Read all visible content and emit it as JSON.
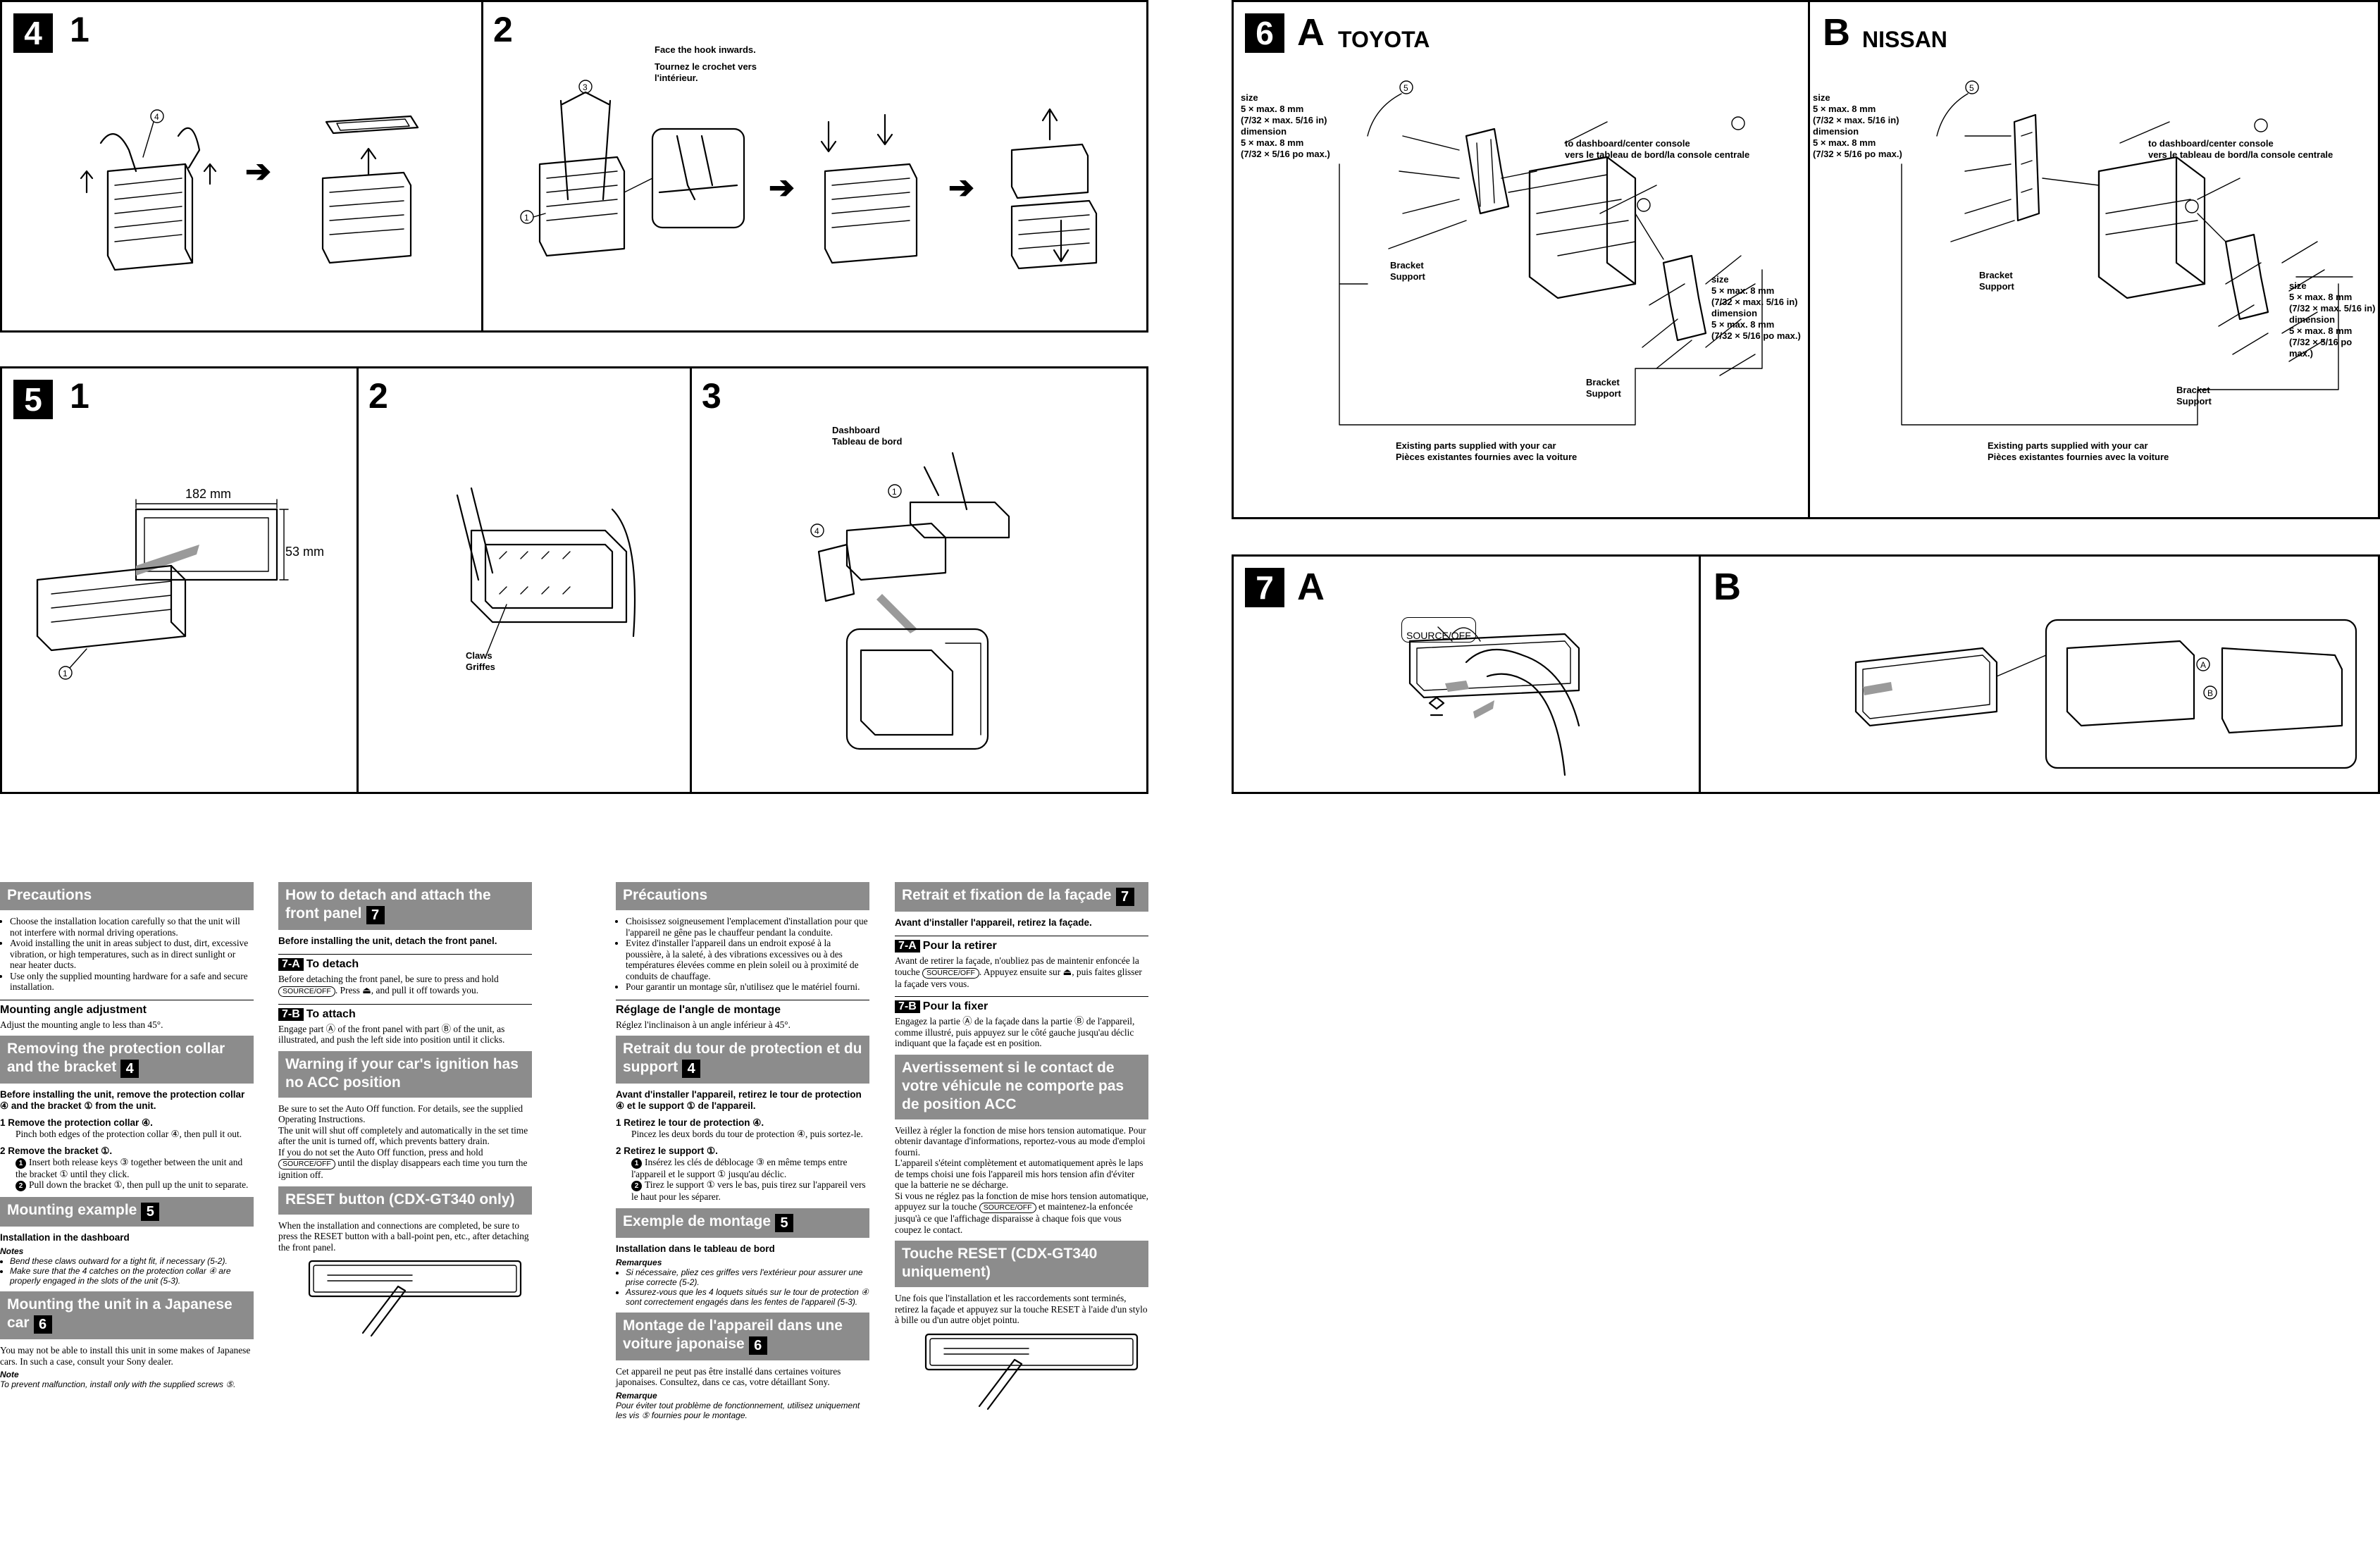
{
  "panel4": {
    "badge": "4",
    "step1": "1",
    "step2": "2",
    "hook_note_en": "Face the hook inwards.",
    "hook_note_fr": "Tournez le crochet vers\nl'intérieur.",
    "callout_4": "4",
    "callout_3": "3",
    "callout_1": "1",
    "arrow_glyph": "➔"
  },
  "panel5": {
    "badge": "5",
    "step1": "1",
    "step2": "2",
    "step3": "3",
    "dim_width": "182 mm",
    "dim_height": "53 mm",
    "claws": "Claws\nGriffes",
    "dashboard": "Dashboard\nTableau de bord",
    "callout_1": "1",
    "callout_4": "4"
  },
  "panel6": {
    "badge": "6",
    "a_letter": "A",
    "a_brand": "TOYOTA",
    "b_letter": "B",
    "b_brand": "NISSAN",
    "callout_5": "5",
    "size_label": "size\n5 × max. 8 mm\n(7/32 × max. 5/16 in)\ndimension\n5 × max. 8 mm\n(7/32 × 5/16 po max.)",
    "console_label": "to dashboard/center console\nvers le tableau de bord/la console centrale",
    "bracket": "Bracket\nSupport",
    "existing": "Existing parts supplied with your car\nPièces existantes fournies avec la voiture"
  },
  "panel7": {
    "badge": "7",
    "a_letter": "A",
    "b_letter": "B",
    "source_key": "SOURCE/OFF",
    "callout_a": "A",
    "callout_b": "B"
  },
  "en_col1": {
    "precautions_title": "Precautions",
    "precautions_items": [
      "Choose the installation location carefully so that the unit will not interfere with normal driving operations.",
      "Avoid installing the unit in areas subject to dust, dirt, excessive vibration, or high temperatures, such as in direct sunlight or near heater ducts.",
      "Use only the supplied mounting hardware for a safe and secure installation."
    ],
    "angle_title": "Mounting angle adjustment",
    "angle_text": "Adjust the mounting angle to less than 45°.",
    "removing_title": "Removing the protection collar and the bracket",
    "removing_badge": "4",
    "removing_intro": "Before installing the unit, remove the protection collar ④ and the bracket ① from the unit.",
    "step1_title": "1  Remove the protection collar ④.",
    "step1_text": "Pinch both edges of the protection collar ④, then pull it out.",
    "step2_title": "2  Remove the bracket ①.",
    "step2_a": "Insert both release keys ③ together between the unit and the bracket ① until they click.",
    "step2_b": "Pull down the bracket ①, then pull up the unit to separate.",
    "example_title": "Mounting example",
    "example_badge": "5",
    "install_title": "Installation in the dashboard",
    "notes_label": "Notes",
    "notes_items": [
      "Bend these claws outward for a tight fit, if necessary (5-2).",
      "Make sure that the 4 catches on the protection collar ④ are properly engaged in the slots of the unit (5-3)."
    ],
    "japanese_title": "Mounting the unit in a Japanese car",
    "japanese_badge": "6",
    "japanese_text": "You may not be able to install this unit in some makes of Japanese cars. In such a case, consult your Sony dealer.",
    "note_label": "Note",
    "note_text": "To prevent malfunction, install only with the supplied screws ⑤."
  },
  "en_col2": {
    "detach_title": "How to detach and attach the front panel",
    "detach_badge": "7",
    "detach_intro": "Before installing the unit, detach the front panel.",
    "a_title": "To detach",
    "a_badge": "7-A",
    "a_text_1": "Before detaching the front panel, be sure to press and hold",
    "a_key": "SOURCE/OFF",
    "a_text_2": ". Press ⏏, and pull it off towards you.",
    "b_title": "To attach",
    "b_badge": "7-B",
    "b_text": "Engage part Ⓐ of the front panel with part Ⓑ of the unit, as illustrated, and push the left side into position until it clicks.",
    "warning_title": "Warning if your car's ignition has no ACC position",
    "warning_text_1": "Be sure to set the Auto Off function. For details, see the supplied Operating Instructions.\nThe unit will shut off completely and automatically in the set time after the unit is turned off, which prevents battery drain.\nIf you do not set the Auto Off function, press and hold",
    "warning_key": "SOURCE/OFF",
    "warning_text_2": " until the display disappears each time you turn the ignition off.",
    "reset_title": "RESET button (CDX-GT340 only)",
    "reset_text": "When the installation and connections are completed, be sure to press the RESET button with a ball-point pen, etc., after detaching the front panel."
  },
  "fr_col1": {
    "precautions_title": "Précautions",
    "precautions_items": [
      "Choisissez soigneusement l'emplacement d'installation pour que l'appareil ne gêne pas le chauffeur pendant la conduite.",
      "Evitez d'installer l'appareil dans un endroit exposé à la poussière, à la saleté, à des vibrations excessives ou à des températures élevées comme en plein soleil ou à proximité de conduits de chauffage.",
      "Pour garantir un montage sûr, n'utilisez que le matériel fourni."
    ],
    "angle_title": "Réglage de l'angle de montage",
    "angle_text": "Réglez l'inclinaison à un angle inférieur à 45°.",
    "removing_title": "Retrait du tour de protection et du support",
    "removing_badge": "4",
    "removing_intro": "Avant d'installer l'appareil, retirez le tour de protection ④ et le support ① de l'appareil.",
    "step1_title": "1  Retirez le tour de protection ④.",
    "step1_text": "Pincez les deux bords du tour de protection ④, puis sortez-le.",
    "step2_title": "2  Retirez le support ①.",
    "step2_a": "Insérez les clés de déblocage ③ en même temps entre l'appareil et le support ① jusqu'au déclic.",
    "step2_b": "Tirez le support ① vers le bas, puis tirez sur l'appareil vers le haut pour les séparer.",
    "example_title": "Exemple de montage",
    "example_badge": "5",
    "install_title": "Installation dans le tableau de bord",
    "notes_label": "Remarques",
    "notes_items": [
      "Si nécessaire, pliez ces griffes vers l'extérieur pour assurer une prise correcte (5-2).",
      "Assurez-vous que les 4 loquets situés sur le tour de protection ④ sont correctement engagés dans les fentes de l'appareil (5-3)."
    ],
    "japanese_title": "Montage de l'appareil dans une voiture japonaise",
    "japanese_badge": "6",
    "japanese_text": "Cet appareil ne peut pas être installé dans certaines voitures japonaises. Consultez, dans ce cas, votre détaillant Sony.",
    "note_label": "Remarque",
    "note_text": "Pour éviter tout problème de fonctionnement, utilisez uniquement les vis ⑤ fournies pour le montage."
  },
  "fr_col2": {
    "detach_title": "Retrait et fixation de la façade",
    "detach_badge": "7",
    "detach_intro": "Avant d'installer l'appareil, retirez la façade.",
    "a_title": "Pour la retirer",
    "a_badge": "7-A",
    "a_text_1": "Avant de retirer la façade, n'oubliez pas de maintenir enfoncée la touche",
    "a_key": "SOURCE/OFF",
    "a_text_2": ". Appuyez ensuite sur ⏏, puis faites glisser la façade vers vous.",
    "b_title": "Pour la fixer",
    "b_badge": "7-B",
    "b_text": "Engagez la partie Ⓐ de la façade dans la partie Ⓑ de l'appareil, comme illustré, puis appuyez sur le côté gauche jusqu'au déclic indiquant que la façade est en position.",
    "warning_title": "Avertissement si le contact de votre véhicule ne comporte pas de position ACC",
    "warning_text_1": "Veillez à régler la fonction de mise hors tension automatique. Pour obtenir davantage d'informations, reportez-vous au mode d'emploi fourni.\nL'appareil s'éteint complètement et automatiquement après le laps de temps choisi une fois l'appareil mis hors tension afin d'éviter que la batterie ne se décharge.\nSi vous ne réglez pas la fonction de mise hors tension automatique, appuyez sur la touche",
    "warning_key": "SOURCE/OFF",
    "warning_text_2": " et maintenez-la enfoncée jusqu'à ce que l'affichage disparaisse à chaque fois que vous coupez le contact.",
    "reset_title": "Touche RESET (CDX-GT340 uniquement)",
    "reset_text": "Une fois que l'installation et les raccordements sont terminés, retirez la façade et appuyez sur la touche RESET à l'aide d'un stylo à bille ou d'un autre objet pointu."
  }
}
